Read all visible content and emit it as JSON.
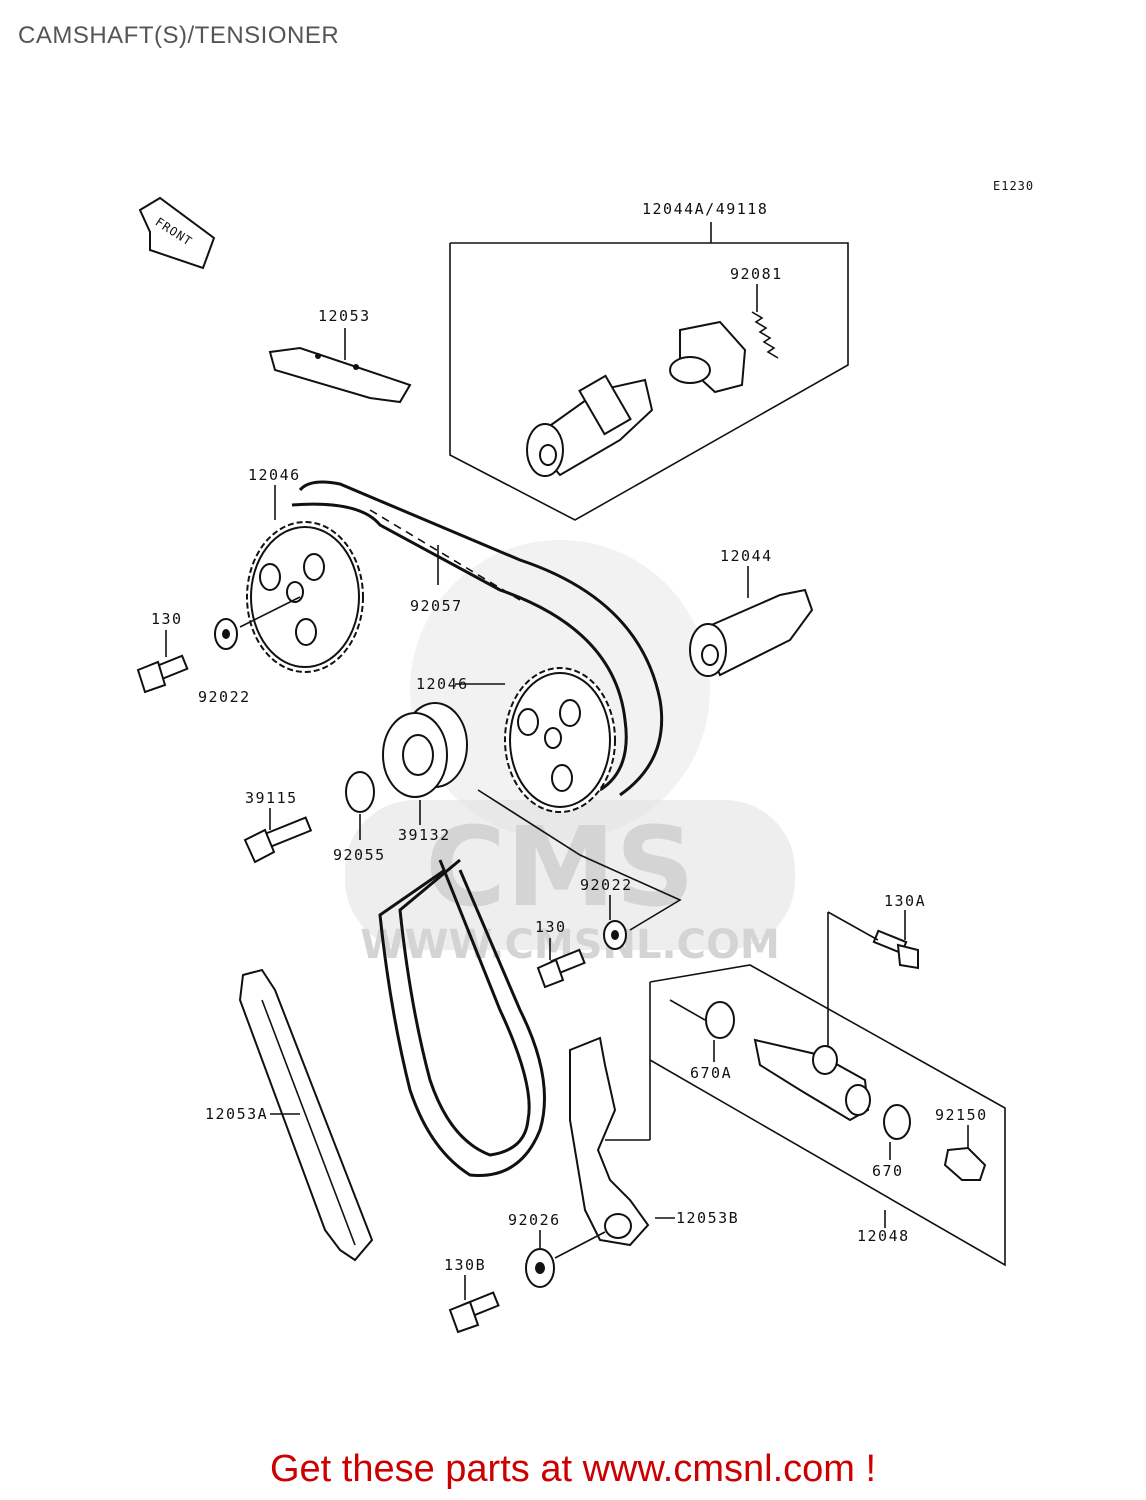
{
  "page": {
    "title": "CAMSHAFT(S)/TENSIONER",
    "footer": "Get these parts at www.cmsnl.com !"
  },
  "diagram": {
    "code": "E1230",
    "direction_label": "FRONT",
    "watermark": {
      "logo_text": "CMS",
      "url_text": "WWW.CMSNL.COM"
    },
    "callouts": [
      {
        "id": "c1",
        "text": "12044A/49118"
      },
      {
        "id": "c2",
        "text": "92081"
      },
      {
        "id": "c3",
        "text": "12053"
      },
      {
        "id": "c4",
        "text": "12046"
      },
      {
        "id": "c5",
        "text": "130"
      },
      {
        "id": "c6",
        "text": "92022"
      },
      {
        "id": "c7",
        "text": "92057"
      },
      {
        "id": "c8",
        "text": "12044"
      },
      {
        "id": "c9",
        "text": "12046"
      },
      {
        "id": "c10",
        "text": "39115"
      },
      {
        "id": "c11",
        "text": "92055"
      },
      {
        "id": "c12",
        "text": "39132"
      },
      {
        "id": "c13",
        "text": "92022"
      },
      {
        "id": "c14",
        "text": "130"
      },
      {
        "id": "c15",
        "text": "130A"
      },
      {
        "id": "c16",
        "text": "670A"
      },
      {
        "id": "c17",
        "text": "92150"
      },
      {
        "id": "c18",
        "text": "670"
      },
      {
        "id": "c19",
        "text": "12048"
      },
      {
        "id": "c20",
        "text": "12053A"
      },
      {
        "id": "c21",
        "text": "92026"
      },
      {
        "id": "c22",
        "text": "12053B"
      },
      {
        "id": "c23",
        "text": "130B"
      }
    ]
  }
}
